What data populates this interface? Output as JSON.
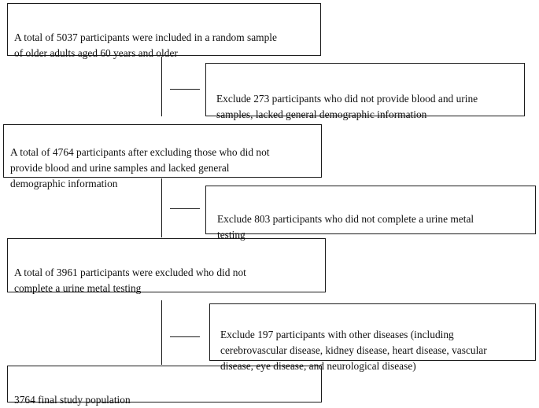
{
  "flowchart": {
    "steps": [
      {
        "text": "A total of 5037 participants were included in a random sample\nof older adults aged 60 years and older"
      },
      {
        "text": "A total of 4764 participants after excluding those who did not\nprovide blood and urine samples and lacked general\ndemographic information"
      },
      {
        "text": "A total of 3961 participants were excluded who did not\ncomplete a urine metal testing"
      },
      {
        "text": "3764 final study population"
      }
    ],
    "exclusions": [
      {
        "text": "Exclude 273 participants who did not provide blood and urine\nsamples, lacked general demographic information"
      },
      {
        "text": "Exclude 803 participants who did not complete a urine metal\ntesting"
      },
      {
        "text": "Exclude 197 participants with other diseases (including\ncerebrovascular disease, kidney disease, heart disease, vascular\ndisease, eye disease, and neurological disease)"
      }
    ]
  }
}
